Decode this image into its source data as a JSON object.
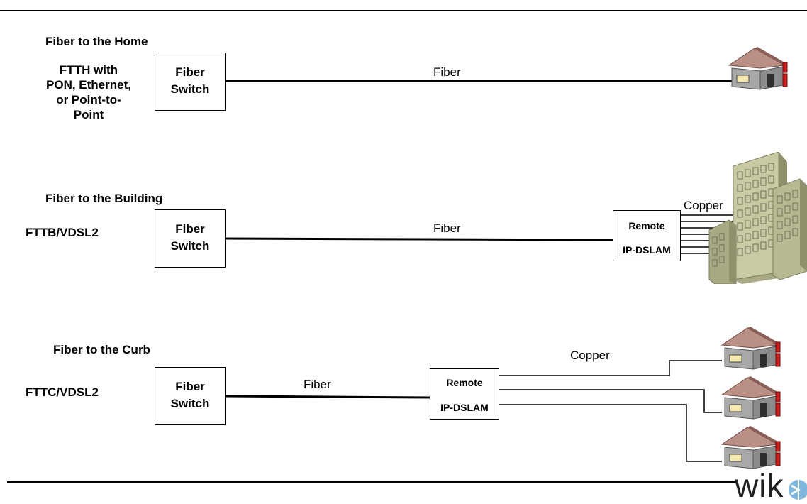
{
  "rows": [
    {
      "heading": "Fiber to the Home",
      "tech_lines": [
        "FTTH with",
        "PON, Ethernet,",
        "or Point-to-",
        "Point"
      ],
      "switch_lines": [
        "Fiber",
        "Switch"
      ],
      "fiber_label": "Fiber"
    },
    {
      "heading": "Fiber to the Building",
      "tech_lines": [
        "FTTB/VDSL2"
      ],
      "switch_lines": [
        "Fiber",
        "Switch"
      ],
      "fiber_label": "Fiber",
      "remote_lines": [
        "Remote",
        "IP-DSLAM"
      ],
      "copper_label": "Copper"
    },
    {
      "heading": "Fiber to the Curb",
      "tech_lines": [
        "FTTC/VDSL2"
      ],
      "switch_lines": [
        "Fiber",
        "Switch"
      ],
      "fiber_label": "Fiber",
      "remote_lines": [
        "Remote",
        "IP-DSLAM"
      ],
      "copper_label": "Copper"
    }
  ],
  "icons": [
    "house-icon",
    "office-building-icon",
    "wikimedia-logo"
  ],
  "logo_text": "wik"
}
